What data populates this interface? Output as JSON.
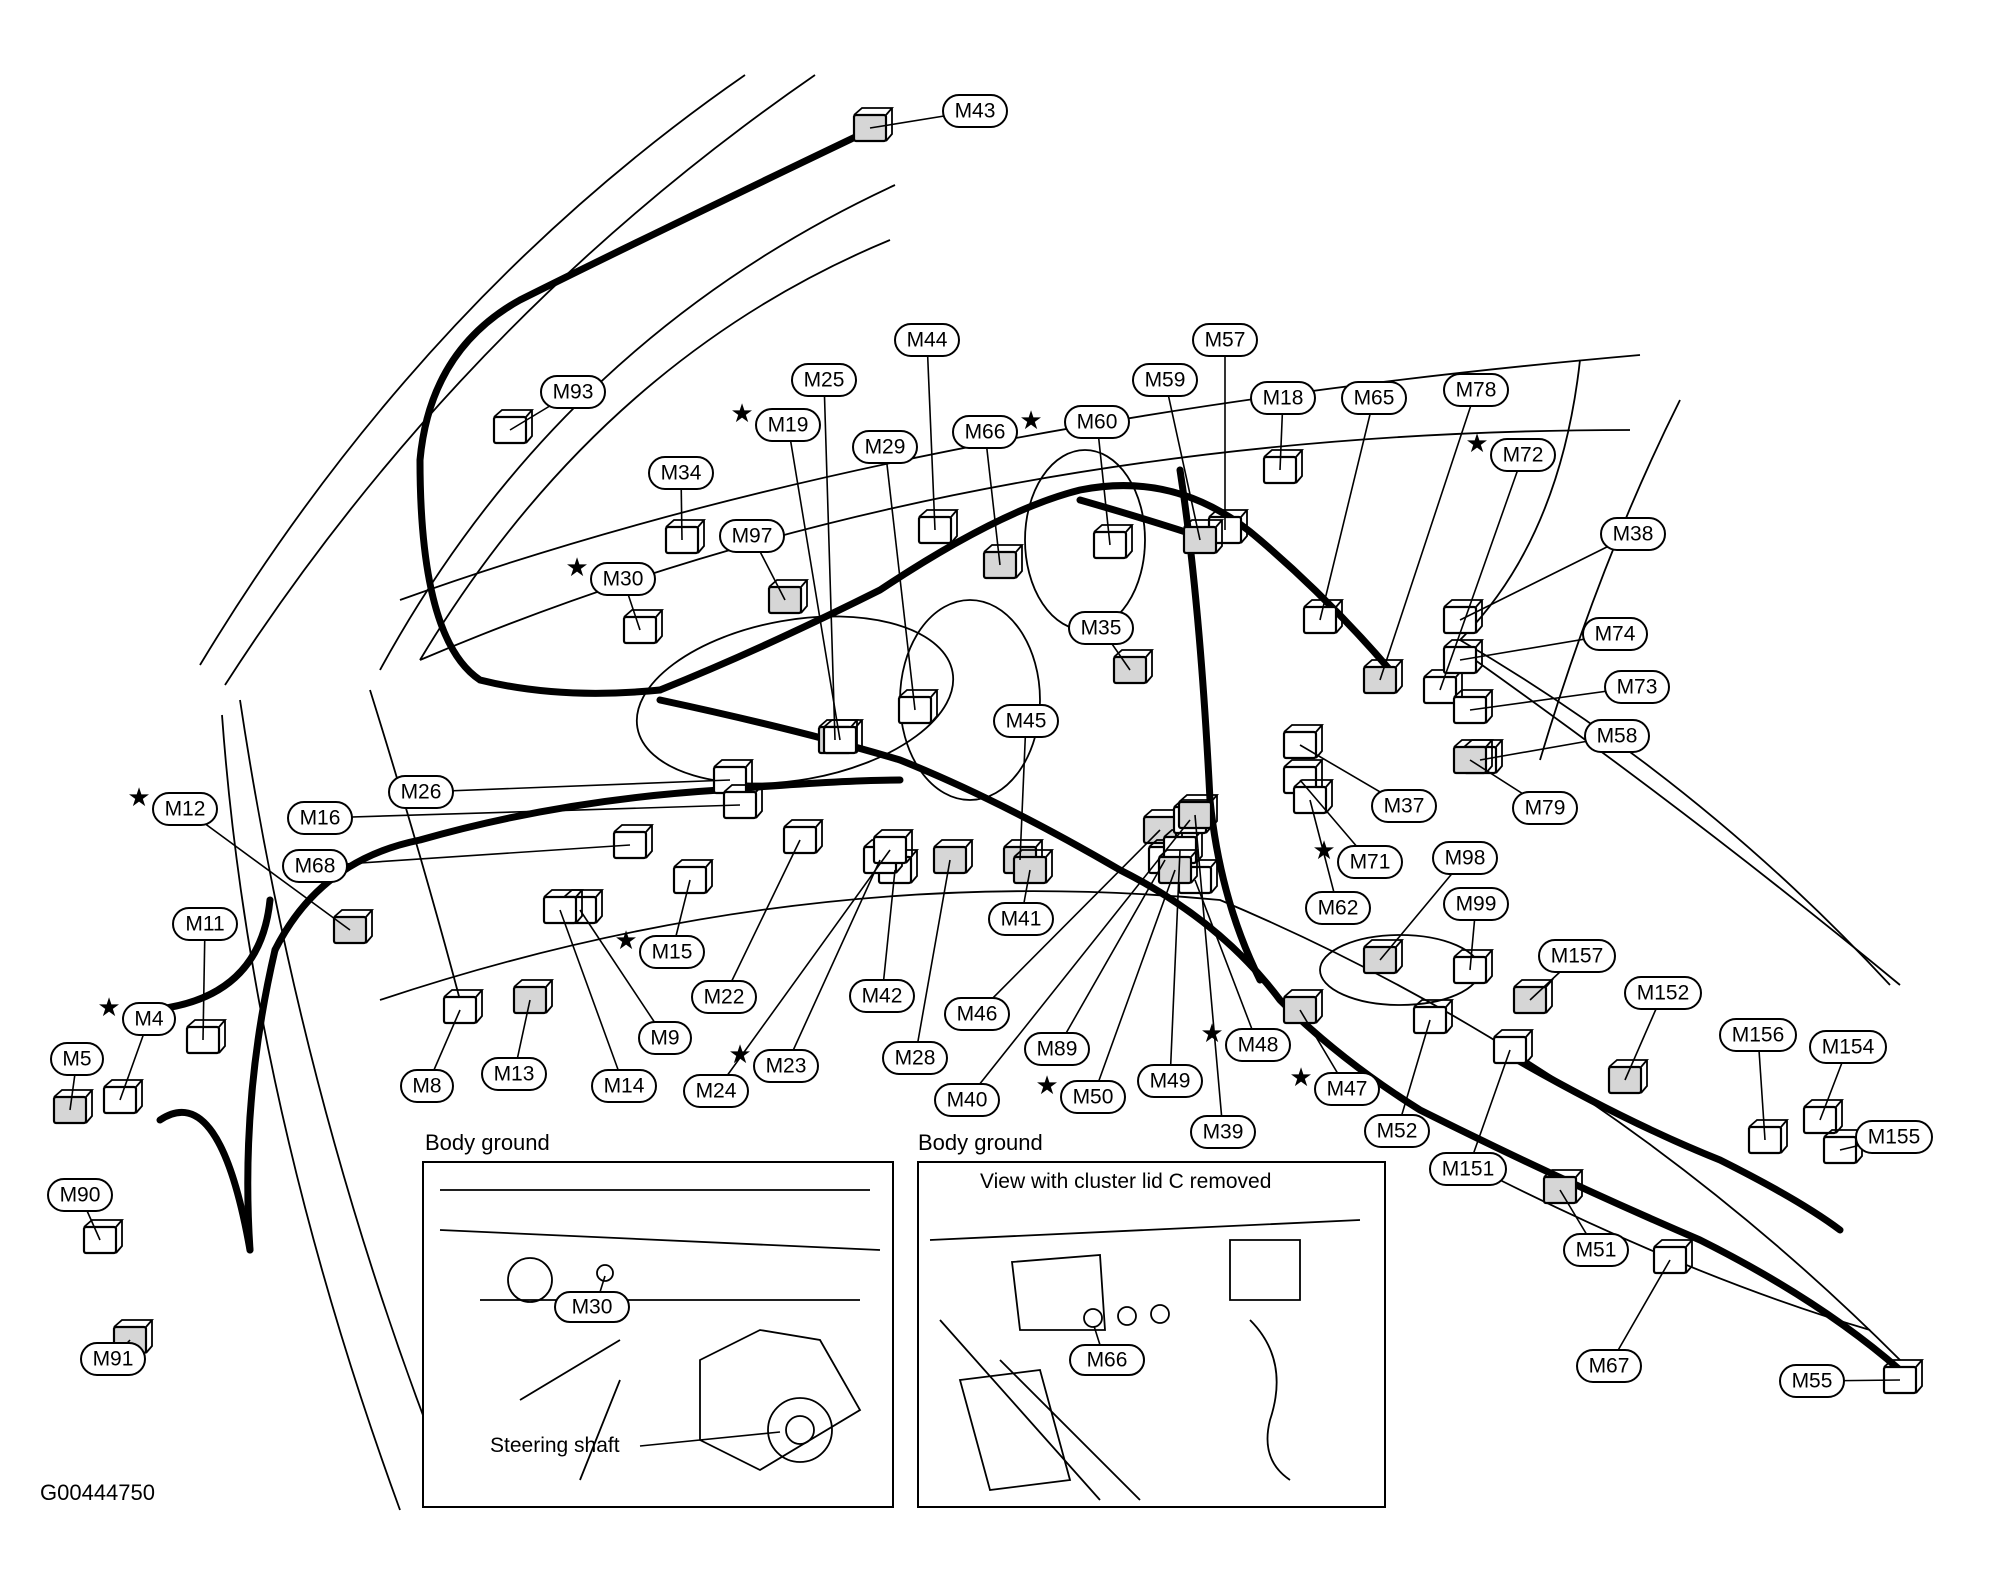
{
  "figure_code": "G00444750",
  "inset_left": {
    "caption": "Body ground",
    "connector_label": "M30",
    "note": "Steering shaft"
  },
  "inset_right": {
    "caption": "Body ground",
    "view_note": "View with cluster lid C removed",
    "connector_label": "M66"
  },
  "connectors": [
    {
      "id": "M43",
      "star": false
    },
    {
      "id": "M93",
      "star": false
    },
    {
      "id": "M44",
      "star": false
    },
    {
      "id": "M25",
      "star": false
    },
    {
      "id": "M19",
      "star": true
    },
    {
      "id": "M29",
      "star": false
    },
    {
      "id": "M66",
      "star": true
    },
    {
      "id": "M60",
      "star": false
    },
    {
      "id": "M57",
      "star": false
    },
    {
      "id": "M59",
      "star": false
    },
    {
      "id": "M18",
      "star": false
    },
    {
      "id": "M65",
      "star": false
    },
    {
      "id": "M78",
      "star": false
    },
    {
      "id": "M72",
      "star": true
    },
    {
      "id": "M34",
      "star": false
    },
    {
      "id": "M97",
      "star": false
    },
    {
      "id": "M30",
      "star": true
    },
    {
      "id": "M38",
      "star": false
    },
    {
      "id": "M35",
      "star": false
    },
    {
      "id": "M74",
      "star": false
    },
    {
      "id": "M73",
      "star": false
    },
    {
      "id": "M45",
      "star": false
    },
    {
      "id": "M58",
      "star": false
    },
    {
      "id": "M26",
      "star": false
    },
    {
      "id": "M12",
      "star": true
    },
    {
      "id": "M16",
      "star": false
    },
    {
      "id": "M37",
      "star": false
    },
    {
      "id": "M79",
      "star": false
    },
    {
      "id": "M68",
      "star": false
    },
    {
      "id": "M71",
      "star": true
    },
    {
      "id": "M98",
      "star": false
    },
    {
      "id": "M62",
      "star": false
    },
    {
      "id": "M11",
      "star": false
    },
    {
      "id": "M41",
      "star": false
    },
    {
      "id": "M15",
      "star": true
    },
    {
      "id": "M99",
      "star": false
    },
    {
      "id": "M157",
      "star": false
    },
    {
      "id": "M22",
      "star": false
    },
    {
      "id": "M42",
      "star": false
    },
    {
      "id": "M152",
      "star": false
    },
    {
      "id": "M4",
      "star": true
    },
    {
      "id": "M9",
      "star": false
    },
    {
      "id": "M46",
      "star": false
    },
    {
      "id": "M48",
      "star": true
    },
    {
      "id": "M156",
      "star": false
    },
    {
      "id": "M5",
      "star": false
    },
    {
      "id": "M154",
      "star": false
    },
    {
      "id": "M8",
      "star": false
    },
    {
      "id": "M13",
      "star": false
    },
    {
      "id": "M14",
      "star": false
    },
    {
      "id": "M23",
      "star": true
    },
    {
      "id": "M28",
      "star": false
    },
    {
      "id": "M89",
      "star": false
    },
    {
      "id": "M49",
      "star": false
    },
    {
      "id": "M47",
      "star": true
    },
    {
      "id": "M24",
      "star": false
    },
    {
      "id": "M40",
      "star": false
    },
    {
      "id": "M50",
      "star": true
    },
    {
      "id": "M52",
      "star": false
    },
    {
      "id": "M155",
      "star": false
    },
    {
      "id": "M39",
      "star": false
    },
    {
      "id": "M151",
      "star": false
    },
    {
      "id": "M90",
      "star": false
    },
    {
      "id": "M51",
      "star": false
    },
    {
      "id": "M67",
      "star": false
    },
    {
      "id": "M55",
      "star": false
    },
    {
      "id": "M91",
      "star": false
    }
  ]
}
